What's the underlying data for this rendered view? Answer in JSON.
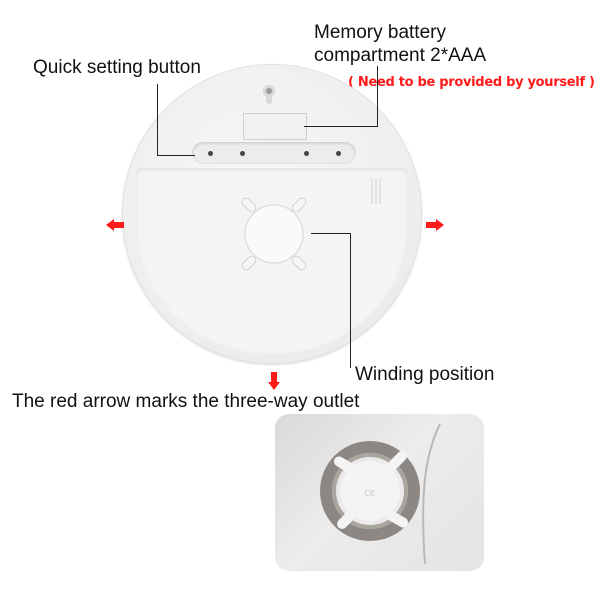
{
  "annotations": {
    "quick_setting": "Quick setting button",
    "battery_line1": "Memory battery",
    "battery_line2": "compartment 2*AAA",
    "battery_note": "( Need to be provided by yourself )",
    "winding": "Winding position",
    "outlet_caption": "The red arrow marks the three-way outlet"
  },
  "colors": {
    "arrow": "#ff1a1a",
    "note_text": "#ff1a1a",
    "label_text": "#111111",
    "leader_line": "#222222"
  },
  "product": {
    "button_dots": 4,
    "red_arrows": [
      "left",
      "right",
      "down"
    ],
    "inset_photo": "cable-wound-on-winding-hub",
    "hub_marking": "CE"
  }
}
